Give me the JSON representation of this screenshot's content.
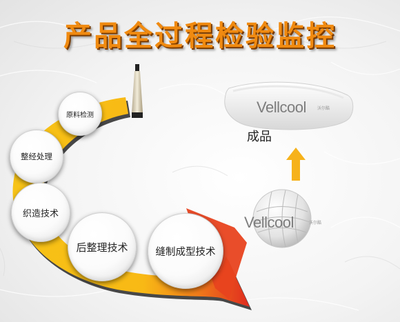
{
  "title": "产品全过程检验监控",
  "stages": [
    {
      "label": "原料检测"
    },
    {
      "label": "整经处理"
    },
    {
      "label": "织造技术"
    },
    {
      "label": "后整理技术"
    },
    {
      "label": "缝制成型技术"
    }
  ],
  "product": {
    "label": "成品",
    "brand": "Vellcool",
    "brand_small": "沃尔酷"
  },
  "fabric": {
    "brand": "Vellcool",
    "brand_small": "沃尔酷"
  },
  "colors": {
    "title": "#f08a10",
    "arrow_yellow": "#f7c316",
    "arrow_red": "#e02b1f",
    "up_arrow": "#f6b21b"
  },
  "icons": {
    "yarn_spool": "yarn-spool-icon",
    "pillow": "pillow-icon",
    "fabric_ball": "fabric-ball-icon",
    "up_arrow": "up-arrow-icon"
  }
}
